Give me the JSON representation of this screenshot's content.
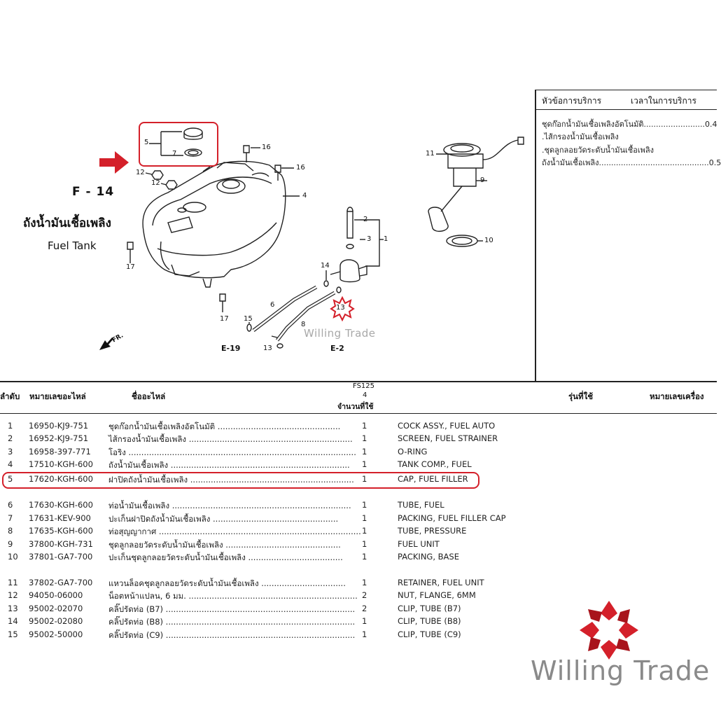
{
  "service": {
    "header_topic": "หัวข้อการบริการ",
    "header_time": "เวลาในการบริการ",
    "rows": [
      "ชุดก๊อกน้ำมันเชื้อเพลิงอัตโนมัติ.........................0.4",
      ".ไส้กรองน้ำมันเชื้อเพลิง",
      ".ชุดลูกลอยวัดระดับน้ำมันเชื้อเพลิง",
      "ถังน้ำมันเชื้อเพลิง.............................................0.5"
    ]
  },
  "diagram": {
    "code": "F - 14",
    "title_th": "ถังน้ำมันเชื้อเพลิง",
    "title_en": "Fuel Tank",
    "callouts": {
      "c1": "1",
      "c2": "2",
      "c3": "3",
      "c4": "4",
      "c5": "5",
      "c7": "7",
      "c9": "9",
      "c10": "10",
      "c11": "11",
      "c12a": "12",
      "c12b": "12",
      "c13a": "13",
      "c13b": "13",
      "c14": "14",
      "c15": "15",
      "c16a": "16",
      "c16b": "16",
      "c17a": "17",
      "c17b": "17"
    },
    "refs": {
      "e19": "E-19",
      "e2": "E-2",
      "fr": "FR."
    }
  },
  "table": {
    "headers": {
      "index": "ลำดับ",
      "part_no": "หมายเลขอะไหล่",
      "part_name": "ชื่ออะไหล่",
      "model": "FS125",
      "model_sub": "4",
      "qty": "จำนวนที่ใช้",
      "models_used": "รุ่นที่ใช้",
      "engine_no": "หมายเลขเครื่อง"
    },
    "rows": [
      {
        "no": "1",
        "part": "16950-KJ9-751",
        "name_th": "ชุดก๊อกน้ำมันเชื้อเพลิงอัตโนมัติ ................................................",
        "qty": "1",
        "name_en": "COCK ASSY., FUEL AUTO"
      },
      {
        "no": "2",
        "part": "16952-KJ9-751",
        "name_th": "ไส้กรองน้ำมันเชื้อเพลิง ................................................................",
        "qty": "1",
        "name_en": "SCREEN, FUEL STRAINER"
      },
      {
        "no": "3",
        "part": "16958-397-771",
        "name_th": "โอริง .........................................................................................",
        "qty": "1",
        "name_en": "O-RING"
      },
      {
        "no": "4",
        "part": "17510-KGH-600",
        "name_th": "ถังน้ำมันเชื้อเพลิง ......................................................................",
        "qty": "1",
        "name_en": "TANK COMP., FUEL"
      },
      {
        "no": "5",
        "part": "17620-KGH-600",
        "name_th": "ฝาปิดถังน้ำมันเชื้อเพลิง ................................................................",
        "qty": "1",
        "name_en": "CAP, FUEL FILLER"
      },
      {
        "no": "6",
        "part": "17630-KGH-600",
        "name_th": "ท่อน้ำมันเชื้อเพลิง ......................................................................",
        "qty": "1",
        "name_en": "TUBE, FUEL"
      },
      {
        "no": "7",
        "part": "17631-KEV-900",
        "name_th": "ปะเก็นฝาปิดถังน้ำมันเชื้อเพลิง .................................................",
        "qty": "1",
        "name_en": "PACKING, FUEL FILLER CAP"
      },
      {
        "no": "8",
        "part": "17635-KGH-600",
        "name_th": "ท่อสุญญากาศ ...............................................................................",
        "qty": "1",
        "name_en": "TUBE, PRESSURE"
      },
      {
        "no": "9",
        "part": "37800-KGH-731",
        "name_th": "ชุดลูกลอยวัดระดับน้ำมันเชื้อเพลิง .............................................",
        "qty": "1",
        "name_en": "FUEL UNIT"
      },
      {
        "no": "10",
        "part": "37801-GA7-700",
        "name_th": "ปะเก็นชุดลูกลอยวัดระดับน้ำมันเชื้อเพลิง .....................................",
        "qty": "1",
        "name_en": "PACKING, BASE"
      },
      {
        "no": "11",
        "part": "37802-GA7-700",
        "name_th": "แหวนล็อคชุดลูกลอยวัดระดับน้ำมันเชื้อเพลิง .................................",
        "qty": "1",
        "name_en": "RETAINER, FUEL UNIT"
      },
      {
        "no": "12",
        "part": "94050-06000",
        "name_th": "น็อตหน้าแปลน, 6 มม. ..................................................................",
        "qty": "2",
        "name_en": "NUT, FLANGE, 6MM"
      },
      {
        "no": "13",
        "part": "95002-02070",
        "name_th": "คลิ๊ปรัดท่อ (B7) ..........................................................................",
        "qty": "2",
        "name_en": "CLIP, TUBE (B7)"
      },
      {
        "no": "14",
        "part": "95002-02080",
        "name_th": "คลิ๊ปรัดท่อ (B8) ..........................................................................",
        "qty": "1",
        "name_en": "CLIP, TUBE (B8)"
      },
      {
        "no": "15",
        "part": "95002-50000",
        "name_th": "คลิ๊ปรัดท่อ (C9) ..........................................................................",
        "qty": "1",
        "name_en": "CLIP, TUBE (C9)"
      }
    ]
  },
  "branding": {
    "watermark": "Willing Trade",
    "brand_name": "Willing Trade",
    "accent": "#d4202a"
  }
}
